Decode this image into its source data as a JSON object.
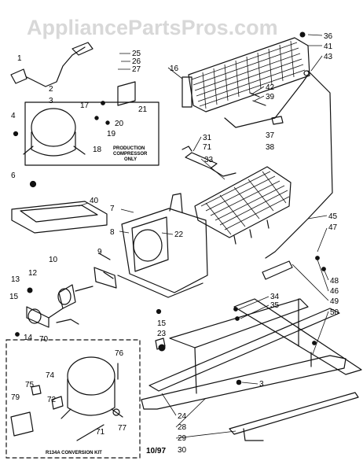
{
  "watermark": "AppliancePartsPros.com",
  "date_code": "10/97",
  "notes": {
    "production_compressor": [
      "PRODUCTION",
      "COMPRESSOR",
      "ONLY"
    ],
    "conversion_kit": "R134A CONVERSION KIT"
  },
  "callouts": [
    {
      "id": "c1",
      "text": "1"
    },
    {
      "id": "c2",
      "text": "2"
    },
    {
      "id": "c3",
      "text": "3"
    },
    {
      "id": "c4",
      "text": "4"
    },
    {
      "id": "c6",
      "text": "6"
    },
    {
      "id": "c7",
      "text": "7"
    },
    {
      "id": "c8",
      "text": "8"
    },
    {
      "id": "c9",
      "text": "9"
    },
    {
      "id": "c10",
      "text": "10"
    },
    {
      "id": "c12",
      "text": "12"
    },
    {
      "id": "c13",
      "text": "13"
    },
    {
      "id": "c14",
      "text": "14"
    },
    {
      "id": "c15a",
      "text": "15"
    },
    {
      "id": "c15b",
      "text": "15"
    },
    {
      "id": "c16",
      "text": "16"
    },
    {
      "id": "c17",
      "text": "17"
    },
    {
      "id": "c18",
      "text": "18"
    },
    {
      "id": "c19",
      "text": "19"
    },
    {
      "id": "c20",
      "text": "20"
    },
    {
      "id": "c21",
      "text": "21"
    },
    {
      "id": "c22",
      "text": "22"
    },
    {
      "id": "c23",
      "text": "23"
    },
    {
      "id": "c24",
      "text": "24"
    },
    {
      "id": "c25",
      "text": "25"
    },
    {
      "id": "c26",
      "text": "26"
    },
    {
      "id": "c27",
      "text": "27"
    },
    {
      "id": "c28",
      "text": "28"
    },
    {
      "id": "c29",
      "text": "29"
    },
    {
      "id": "c30",
      "text": "30"
    },
    {
      "id": "c31",
      "text": "31"
    },
    {
      "id": "c33",
      "text": "33"
    },
    {
      "id": "c34",
      "text": "34"
    },
    {
      "id": "c35",
      "text": "35"
    },
    {
      "id": "c36",
      "text": "36"
    },
    {
      "id": "c37",
      "text": "37"
    },
    {
      "id": "c38",
      "text": "38"
    },
    {
      "id": "c39",
      "text": "39"
    },
    {
      "id": "c40",
      "text": "40"
    },
    {
      "id": "c41",
      "text": "41"
    },
    {
      "id": "c42",
      "text": "42"
    },
    {
      "id": "c43",
      "text": "43"
    },
    {
      "id": "c45",
      "text": "45"
    },
    {
      "id": "c46",
      "text": "46"
    },
    {
      "id": "c47",
      "text": "47"
    },
    {
      "id": "c48",
      "text": "48"
    },
    {
      "id": "c49",
      "text": "49"
    },
    {
      "id": "c50",
      "text": "50"
    },
    {
      "id": "c70",
      "text": "70"
    },
    {
      "id": "c71a",
      "text": "71"
    },
    {
      "id": "c71b",
      "text": "71"
    },
    {
      "id": "c72",
      "text": "72"
    },
    {
      "id": "c74",
      "text": "74"
    },
    {
      "id": "c75",
      "text": "75"
    },
    {
      "id": "c76",
      "text": "76"
    },
    {
      "id": "c77",
      "text": "77"
    },
    {
      "id": "c79",
      "text": "79"
    },
    {
      "id": "c3b",
      "text": "3"
    }
  ]
}
